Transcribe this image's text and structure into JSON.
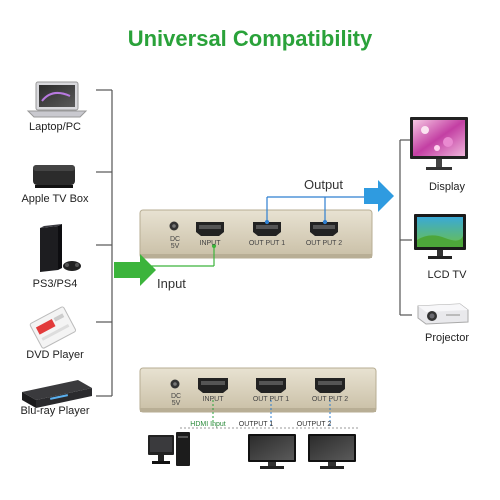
{
  "title": "Universal Compatibility",
  "sources": [
    {
      "label": "Laptop/PC",
      "icon": "laptop-icon"
    },
    {
      "label": "Apple TV Box",
      "icon": "apple-tv-box-icon"
    },
    {
      "label": "PS3/PS4",
      "icon": "game-console-icon"
    },
    {
      "label": "DVD Player",
      "icon": "dvd-player-icon"
    },
    {
      "label": "Blu-ray Player",
      "icon": "bluray-player-icon"
    }
  ],
  "destinations": [
    {
      "label": "Display",
      "icon": "display-icon"
    },
    {
      "label": "LCD TV",
      "icon": "lcd-tv-icon"
    },
    {
      "label": "Projector",
      "icon": "projector-icon"
    }
  ],
  "flow": {
    "input_label": "Input",
    "output_label": "Output"
  },
  "splitter_top": {
    "power_label": "DC 5V",
    "input_port": "INPUT",
    "output1_port": "OUT PUT 1",
    "output2_port": "OUT PUT 2"
  },
  "splitter_bottom": {
    "power_label": "DC 5V",
    "input_port": "INPUT",
    "output1_port": "OUT PUT 1",
    "output2_port": "OUT PUT 2",
    "hdmi_input_label": "HDMI Input",
    "output1_label": "OUTPUT 1",
    "output2_label": "OUTPUT 2"
  },
  "colors": {
    "title": "#2aa23a",
    "input_arrow": "#3cb43c",
    "output_arrow": "#2f9be0",
    "connector_line": "#2f7fd0",
    "splitter_body": "#d8d0bd"
  }
}
